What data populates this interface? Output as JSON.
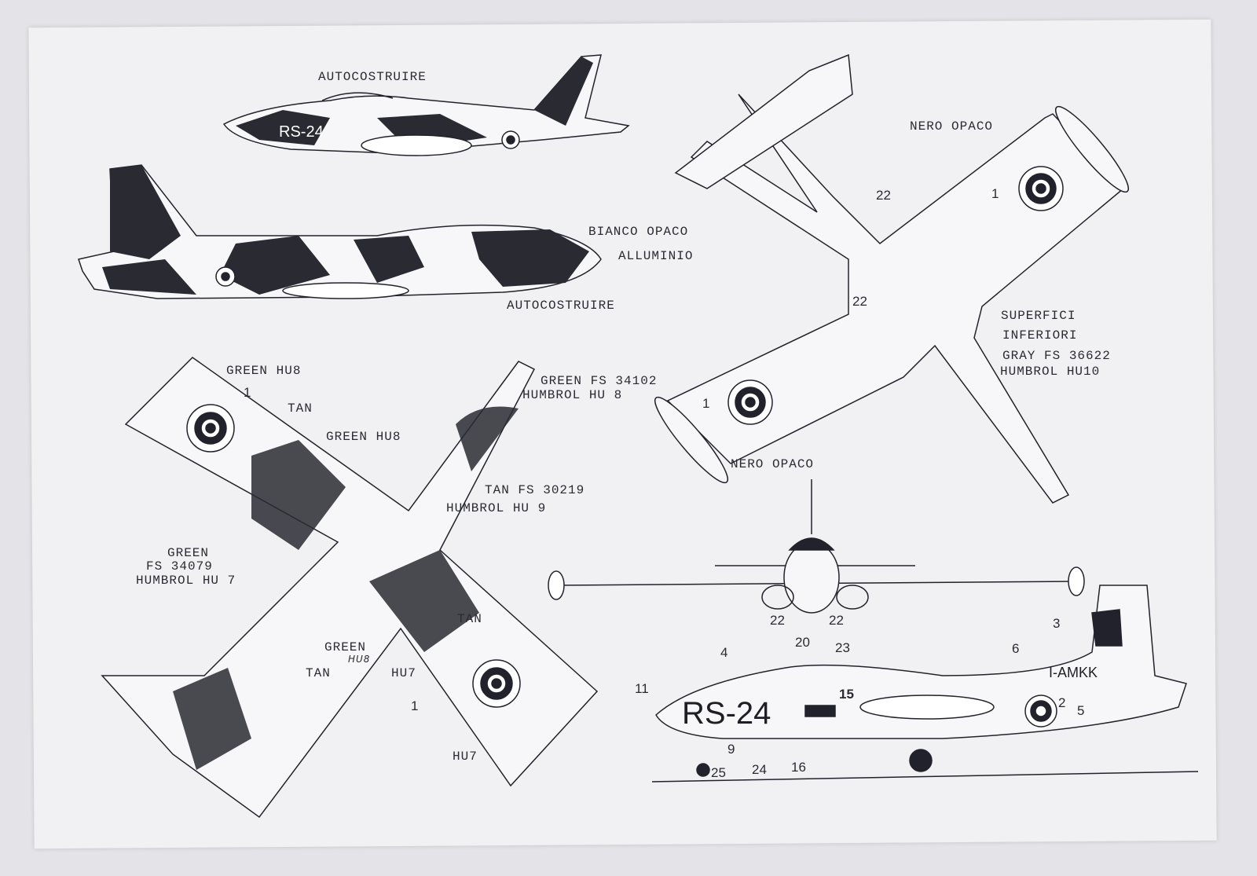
{
  "colors": {
    "ink": "#22222c",
    "paper": "#f1f1f4"
  },
  "top_side_view": {
    "autocostruire_top": "AUTOCOSTRUIRE",
    "codes_tail": "RS-24"
  },
  "camo_side_view": {
    "bianco_opaco": "BIANCO OPACO",
    "alluminio": "ALLUMINIO",
    "autocostruire_bottom": "AUTOCOSTRUIRE"
  },
  "underside_view": {
    "nero_opaco_top": "NERO OPACO",
    "n22_a": "22",
    "n22_b": "22",
    "n1_right": "1",
    "superfici": "SUPERFICI",
    "inferiori": "INFERIORI",
    "gray": "GRAY FS 36622",
    "humbrol": "HUMBROL HU10",
    "n1_left": "1",
    "nero_opaco_bottom": "NERO OPACO"
  },
  "camo_top_view": {
    "green_hu8_a": "GREEN HU8",
    "n1_a": "1",
    "tan_a": "TAN",
    "green_hu8_b": "GREEN HU8",
    "green_fs_34102": "GREEN FS 34102",
    "humbrol_hu8": "HUMBROL HU 8",
    "tan_fs_30219": "TAN FS 30219",
    "humbrol_hu9": "HUMBROL HU 9",
    "green": "GREEN",
    "fs_34079": "FS 34079",
    "humbrol_hu7": "HUMBROL HU 7",
    "tan_b": "TAN",
    "green_c": "GREEN",
    "hu8_c": "HU8",
    "hu7_a": "HU7",
    "tan_c": "TAN",
    "n1_b": "1",
    "hu7_b": "HU7"
  },
  "front_view": {
    "n22_left": "22",
    "n22_right": "22"
  },
  "detail_side_view": {
    "n4": "4",
    "n20": "20",
    "n23": "23",
    "n3": "3",
    "n6": "6",
    "registration": "I-AMKK",
    "n11": "11",
    "n15": "15",
    "code": "RS-24",
    "n2": "2",
    "n5": "5",
    "n9": "9",
    "n25": "25",
    "n24": "24",
    "n16": "16"
  }
}
